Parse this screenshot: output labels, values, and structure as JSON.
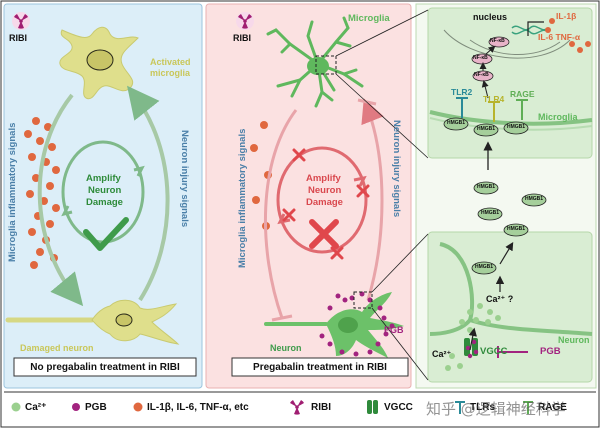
{
  "panel_left": {
    "ribi_label": "RIBI",
    "activated_microglia": [
      "Activated",
      "microglia"
    ],
    "microglia_signals": "Microglia inflammatory signals",
    "neuron_signals": "Neuron injury signals",
    "loop_text": [
      "Amplify",
      "Neuron",
      "Damage"
    ],
    "damaged_neuron": "Damaged neuron",
    "caption": "No pregabalin treatment in RIBI"
  },
  "panel_middle": {
    "ribi_label": "RIBI",
    "microglia": "Microglia",
    "microglia_signals": "Microglia inflammatory signals",
    "neuron_signals": "Neuron injury signals",
    "loop_text": [
      "Amplify",
      "Neuron",
      "Damage"
    ],
    "neuron": "Neuron",
    "pgb": "PGB",
    "caption": "Pregabalin treatment in RIBI"
  },
  "panel_right": {
    "nucleus": "nucleus",
    "il1b": "IL-1β",
    "il6_tnf": "IL-6  TNF-α",
    "nfkb": "NF-κB",
    "tlr2": "TLR2",
    "tlr4": "TLR4",
    "rage": "RAGE",
    "microglia": "Microglia",
    "hmgb1": "HMGB1",
    "ca_question": "Ca²⁺ ?",
    "neuron": "Neuron",
    "ca": "Ca²⁺",
    "vgcc": "VGCC",
    "pgb": "PGB"
  },
  "legend": {
    "ca": "Ca²⁺",
    "pgb": "PGB",
    "cytokines": "IL-1β, IL-6, TNF-α, etc",
    "ribi": "RIBI",
    "vgcc": "VGCC",
    "tlrs": "TLRs",
    "rage": "RAGE"
  },
  "watermark": "知乎 @逻辑神经科学",
  "colors": {
    "left_bg": "#dceef8",
    "middle_bg": "#fbe1e1",
    "right_bg": "#e3f2dd",
    "microglia_yellow": "#d8d982",
    "neuron_green": "#6cc169",
    "red_x": "#e0474c",
    "cytokine_orange": "#e0683f",
    "pgb_magenta": "#a2237f",
    "ribi_magenta": "#a01e72",
    "text_green": "#2e8b3a",
    "text_blue": "#4a7fa8"
  }
}
